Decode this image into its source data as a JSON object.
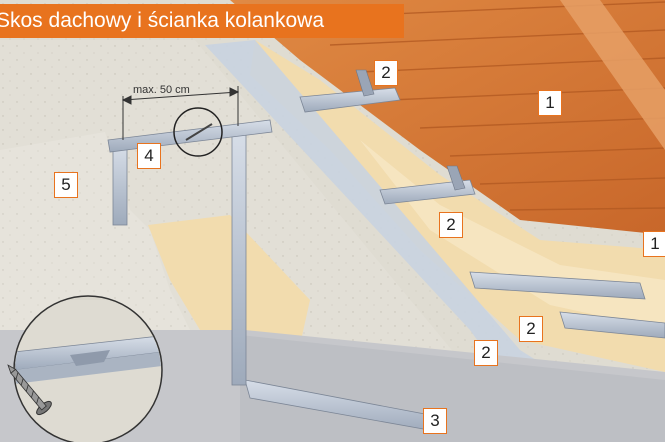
{
  "title": "Skos dachowy i ścianka kolankowa",
  "dimension_label": "max. 50 cm",
  "callouts": [
    {
      "id": "c1a",
      "text": "1"
    },
    {
      "id": "c1b",
      "text": "1"
    },
    {
      "id": "c2a",
      "text": "2"
    },
    {
      "id": "c2b",
      "text": "2"
    },
    {
      "id": "c2c",
      "text": "2"
    },
    {
      "id": "c2d",
      "text": "2"
    },
    {
      "id": "c3",
      "text": "3"
    },
    {
      "id": "c4",
      "text": "4"
    },
    {
      "id": "c5",
      "text": "5"
    }
  ],
  "colors": {
    "accent": "#e8731e",
    "wood": "#d67a35",
    "insulation": "#f3ddb0",
    "board": "#dedbd1",
    "metal": "#b9c3d1"
  },
  "icons": [
    "screw-icon",
    "magnifier-circle"
  ]
}
